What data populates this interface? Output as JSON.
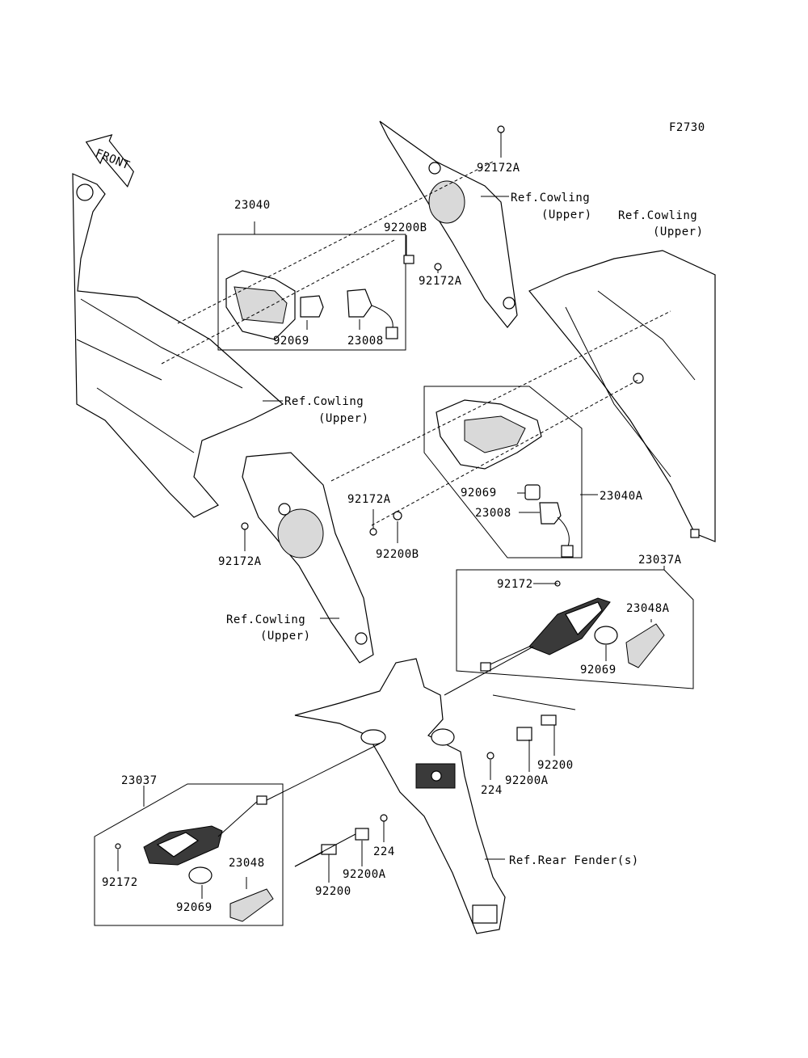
{
  "figure_code": "F2730",
  "front_arrow": "FRONT",
  "labels": {
    "l23040": "23040",
    "l92200B_top": "92200B",
    "l92172A_top": "92172A",
    "l92172A_mid_right": "92172A",
    "l92069_left": "92069",
    "l23008_left": "23008",
    "cowl_upper_1_a": "Ref.Cowling",
    "cowl_upper_1_b": "(Upper)",
    "cowl_upper_2_a": "Ref.Cowling",
    "cowl_upper_2_b": "(Upper)",
    "cowl_upper_3_a": "Ref.Cowling",
    "cowl_upper_3_b": "(Upper)",
    "cowl_upper_4_a": "Ref.Cowling",
    "cowl_upper_4_b": "(Upper)",
    "l92172A_mid": "92172A",
    "l92069_right": "92069",
    "l23040A": "23040A",
    "l23008_right": "23008",
    "l92172A_left": "92172A",
    "l92200B_mid": "92200B",
    "l23037A": "23037A",
    "l92172_right": "92172",
    "l23048A": "23048A",
    "l92069_rs": "92069",
    "l92200_right": "92200",
    "l224_right": "224",
    "l92200A_right": "92200A",
    "l23037": "23037",
    "l224_left": "224",
    "l92172_left": "92172",
    "l23048": "23048",
    "l92200A_left": "92200A",
    "l92200_left": "92200",
    "l92069_ls": "92069",
    "rear_fender": "Ref.Rear Fender(s)"
  }
}
